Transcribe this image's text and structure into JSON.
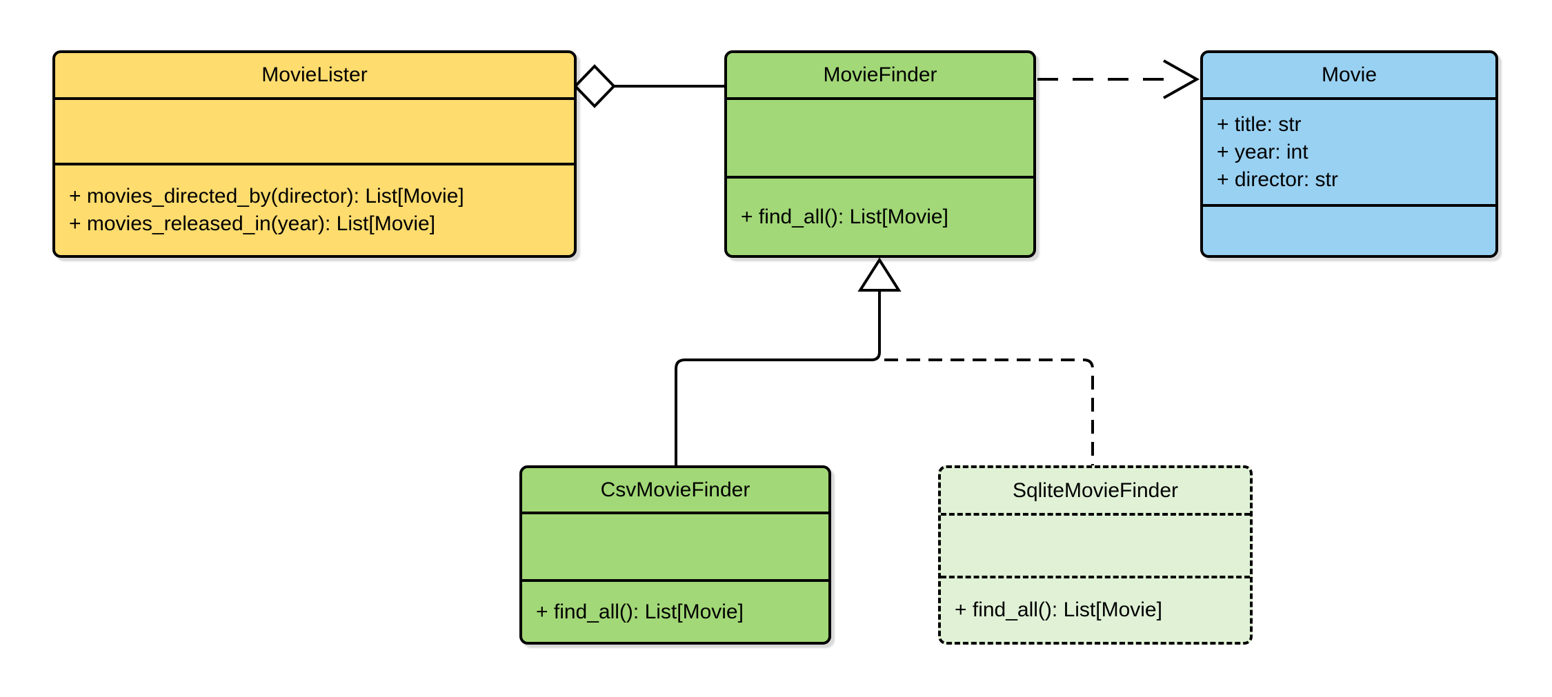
{
  "diagram": {
    "type": "uml-class-diagram",
    "background_color": "#ffffff",
    "stroke_color": "#000000",
    "text_color": "#000000",
    "classes": {
      "movie_lister": {
        "name": "MovieLister",
        "fill": "#FFDC6E",
        "attributes": [],
        "methods": [
          "+ movies_directed_by(director): List[Movie]",
          "+ movies_released_in(year): List[Movie]"
        ]
      },
      "movie_finder": {
        "name": "MovieFinder",
        "fill": "#A2D877",
        "attributes": [],
        "methods": [
          "+ find_all(): List[Movie]"
        ]
      },
      "movie": {
        "name": "Movie",
        "fill": "#99D1F2",
        "attributes": [
          "+ title: str",
          "+ year: int",
          "+ director: str"
        ],
        "methods": []
      },
      "csv_movie_finder": {
        "name": "CsvMovieFinder",
        "fill": "#A2D877",
        "attributes": [],
        "methods": [
          "+ find_all(): List[Movie]"
        ]
      },
      "sqlite_movie_finder": {
        "name": "SqliteMovieFinder",
        "fill": "#E0F1D6",
        "border_style": "dashed",
        "attributes": [],
        "methods": [
          "+ find_all(): List[Movie]"
        ]
      }
    },
    "relationships": [
      {
        "type": "aggregation",
        "from": "MovieLister",
        "to": "MovieFinder",
        "line": "solid",
        "marker": "hollow-diamond-at-MovieLister"
      },
      {
        "type": "dependency",
        "from": "MovieFinder",
        "to": "Movie",
        "line": "dashed",
        "marker": "open-arrow-at-Movie"
      },
      {
        "type": "inheritance",
        "from": "CsvMovieFinder",
        "to": "MovieFinder",
        "line": "solid",
        "marker": "hollow-triangle-at-MovieFinder"
      },
      {
        "type": "inheritance",
        "from": "SqliteMovieFinder",
        "to": "MovieFinder",
        "line": "dashed",
        "marker": "hollow-triangle-at-MovieFinder"
      }
    ]
  }
}
